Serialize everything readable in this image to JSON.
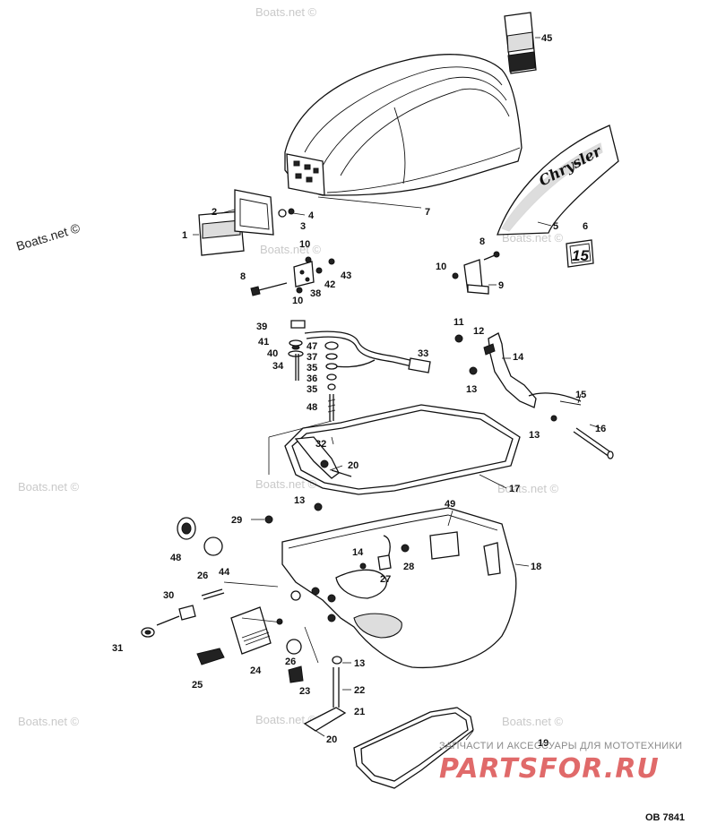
{
  "watermarks": {
    "text": "Boats.net ©"
  },
  "diagram": {
    "brand_decal": "Chrysler",
    "hp_decal": "15",
    "drawing_code": "OB 7841"
  },
  "shop_banner": {
    "subtitle": "ЗАПЧАСТИ И АКСЕССУАРЫ ДЛЯ МОТОТЕХНИКИ",
    "main": "PARTSFOR.RU"
  },
  "callouts": {
    "c1": "1",
    "c2": "2",
    "c3": "3",
    "c4": "4",
    "c5": "5",
    "c6": "6",
    "c7": "7",
    "c8a": "8",
    "c8b": "8",
    "c9": "9",
    "c10a": "10",
    "c10b": "10",
    "c10c": "10",
    "c11": "11",
    "c12": "12",
    "c13a": "13",
    "c13b": "13",
    "c13c": "13",
    "c13d": "13",
    "c14a": "14",
    "c14b": "14",
    "c15": "15",
    "c16": "16",
    "c17": "17",
    "c18": "18",
    "c19": "19",
    "c20a": "20",
    "c20b": "20",
    "c21": "21",
    "c22": "22",
    "c23": "23",
    "c24": "24",
    "c25": "25",
    "c26a": "26",
    "c26b": "26",
    "c27": "27",
    "c28": "28",
    "c29": "29",
    "c30": "30",
    "c31": "31",
    "c32": "32",
    "c33": "33",
    "c34": "34",
    "c35a": "35",
    "c35b": "35",
    "c36": "36",
    "c37": "37",
    "c38": "38",
    "c39": "39",
    "c40": "40",
    "c41": "41",
    "c42": "42",
    "c43": "43",
    "c44": "44",
    "c45": "45",
    "c47": "47",
    "c48a": "48",
    "c48b": "48",
    "c49": "49"
  }
}
